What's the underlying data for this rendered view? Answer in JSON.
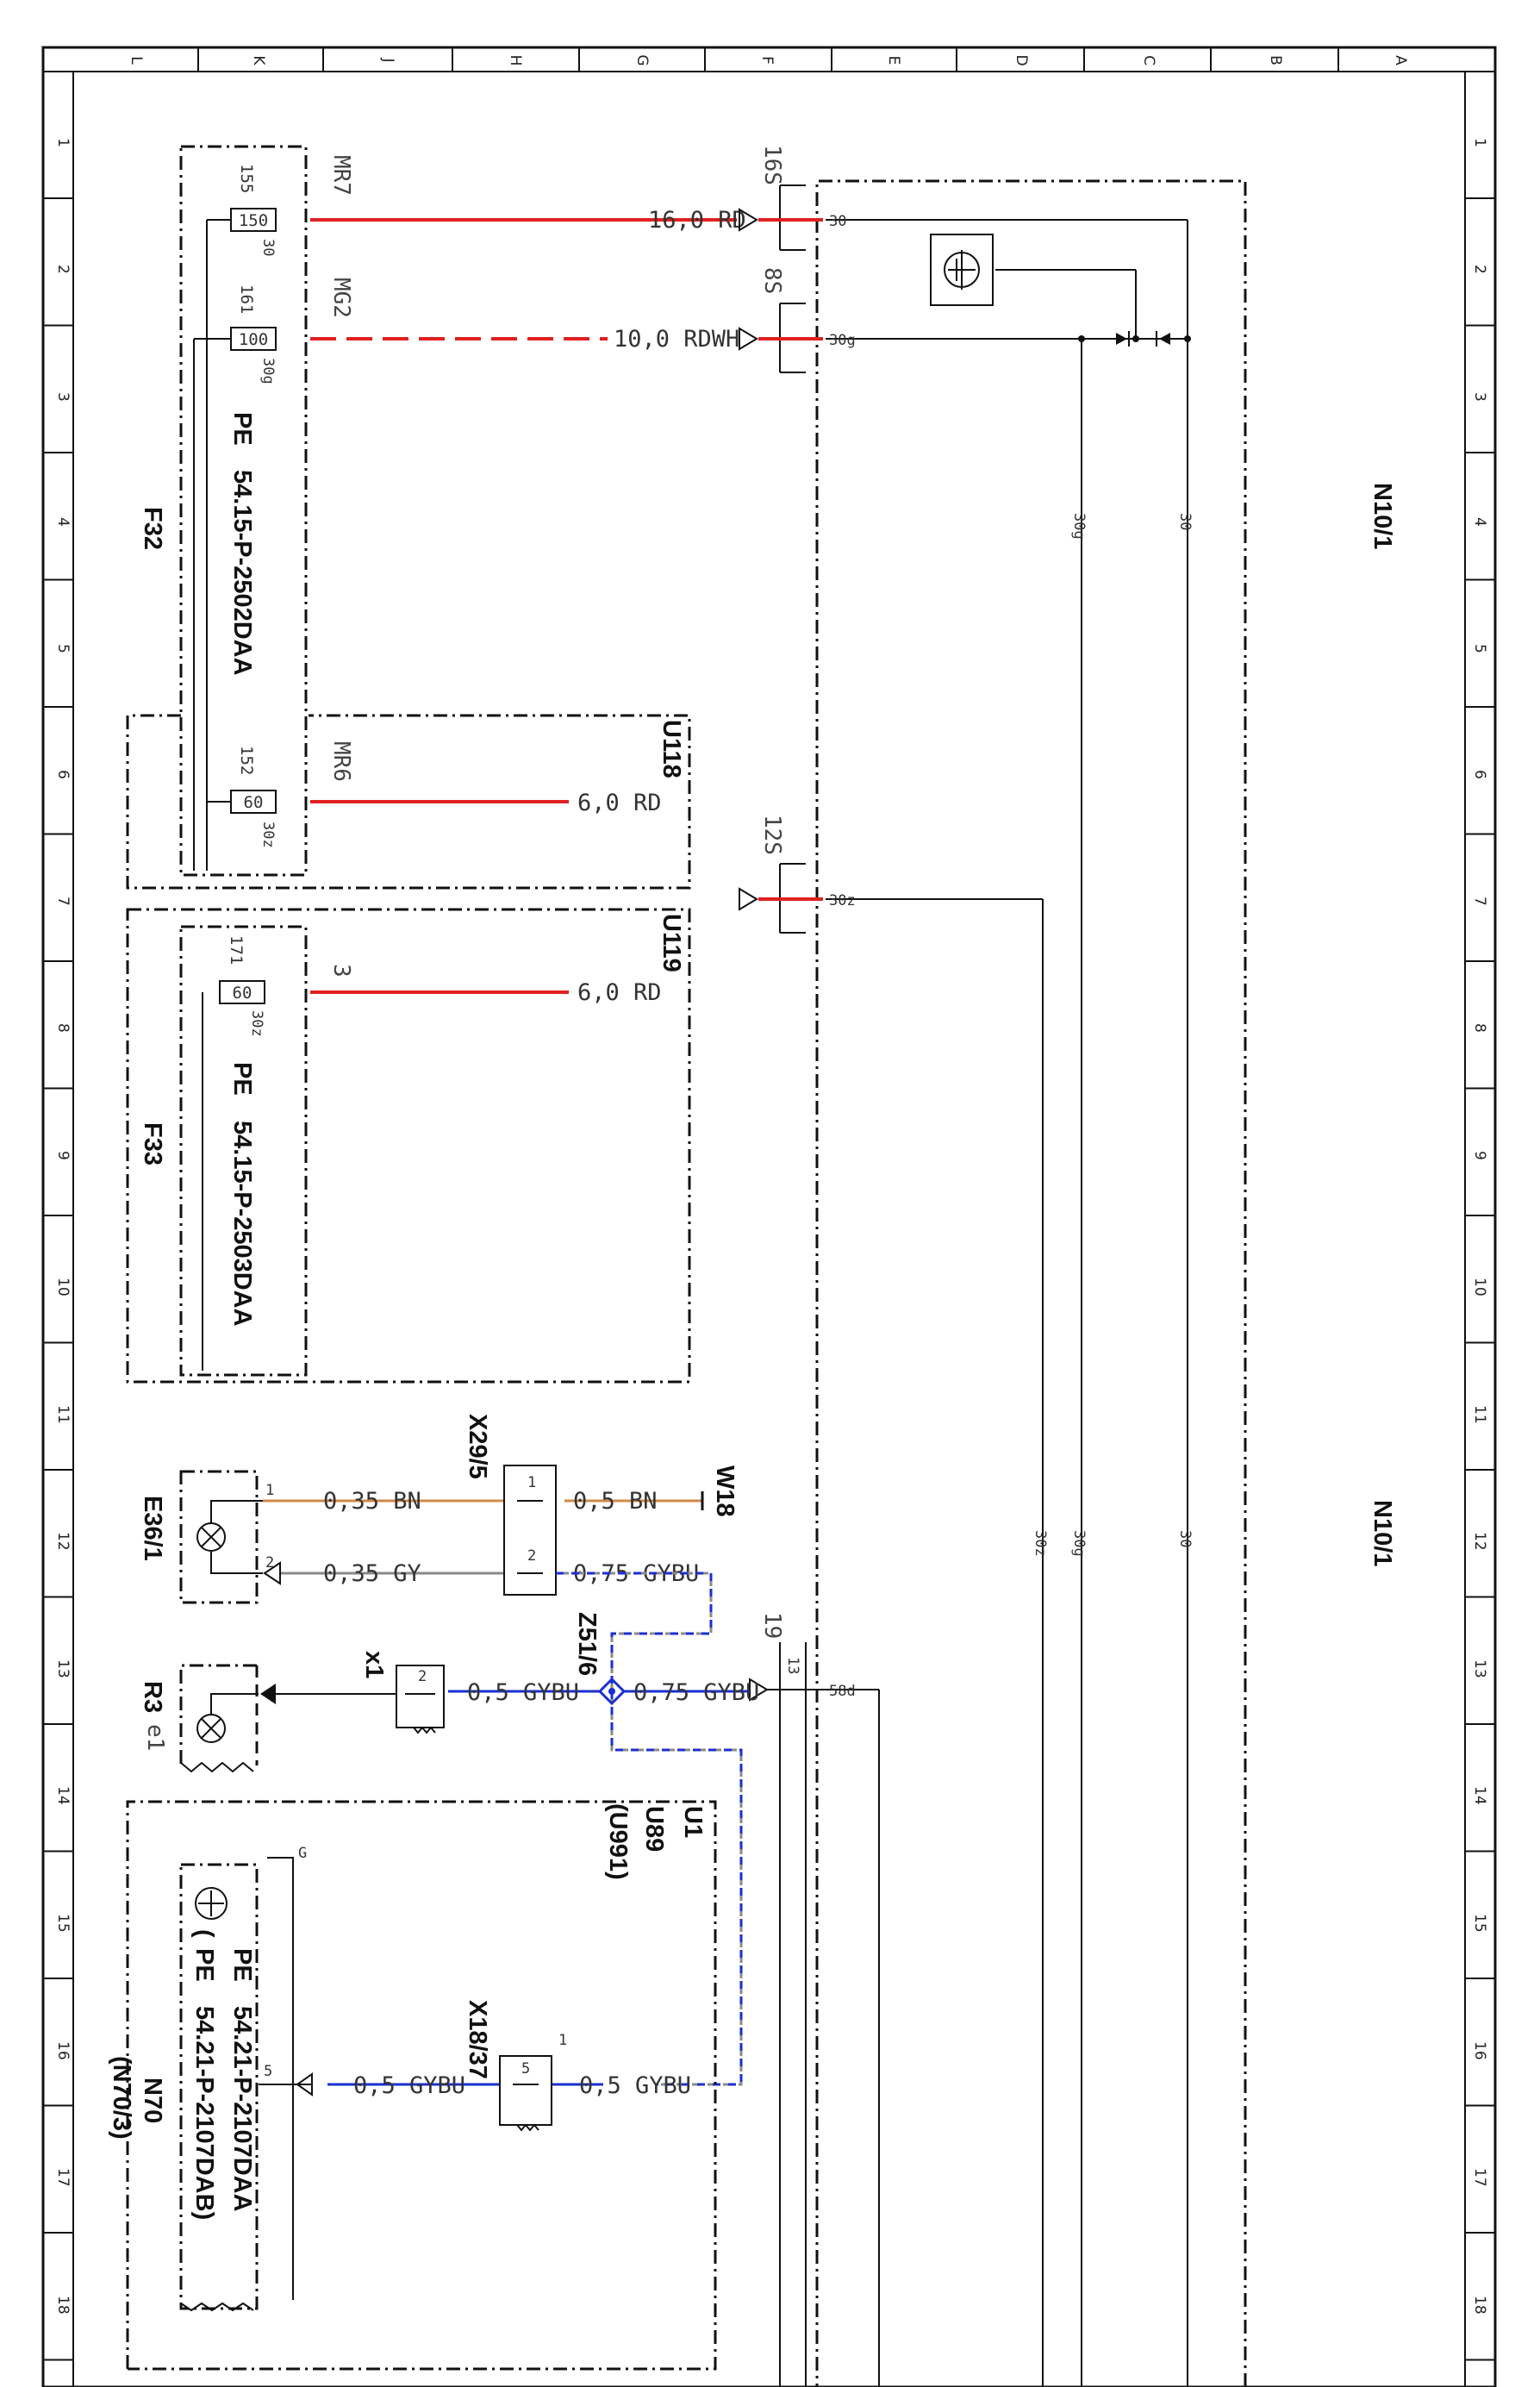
{
  "grid": {
    "columns": [
      "L",
      "K",
      "J",
      "H",
      "G",
      "F",
      "E",
      "D",
      "C",
      "B",
      "A"
    ],
    "rows": [
      "1",
      "2",
      "3",
      "4",
      "5",
      "6",
      "7",
      "8",
      "9",
      "10",
      "11",
      "12",
      "13",
      "14",
      "15",
      "16",
      "17",
      "18"
    ]
  },
  "modules": {
    "n10_top": "N10/1",
    "n10_bottom": "N10/1",
    "f32": "F32",
    "f33": "F33",
    "u118": "U118",
    "u119": "U119",
    "u1": "U1",
    "u89": "U89",
    "u991": "(U991)",
    "e36": "E36/1",
    "r3": "R3",
    "r3_sub": "e1",
    "n70": "N70",
    "n70_alt": "(N70/3)",
    "x29": "X29/5",
    "z51": "Z51/6",
    "x18": "X18/37",
    "x1": "x1",
    "w18": "W18"
  },
  "references": {
    "f32_ref": "54.15-P-2502DAA",
    "f33_ref": "54.15-P-2503DAA",
    "n70_ref1": "54.21-P-2107DAA",
    "n70_ref2": "54.21-P-2107DAB)",
    "prefix": "PE",
    "open_paren": "("
  },
  "fuses": [
    {
      "id": "155",
      "value": "150",
      "terminal": "30",
      "connector": "MR7"
    },
    {
      "id": "161",
      "value": "100",
      "terminal": "30g",
      "connector": "MG2"
    },
    {
      "id": "152",
      "value": "60",
      "terminal": "30z",
      "connector": "MR6"
    },
    {
      "id": "171",
      "value": "60",
      "terminal": "30z",
      "connector": "3"
    }
  ],
  "wires": {
    "w_16rd": "16,0 RD",
    "w_10rdwh": "10,0 RDWH",
    "w_6rd_a": "6,0 RD",
    "w_6rd_b": "6,0 RD",
    "w_035bn": "0,35 BN",
    "w_05bn": "0,5 BN",
    "w_035gy": "0,35 GY",
    "w_075gybu_a": "0,75 GYBU",
    "w_05gybu_a": "0,5 GYBU",
    "w_075gybu_b": "0,75 GYBU",
    "w_05gybu_b": "0,5 GYBU",
    "w_05gybu_c": "0,5 GYBU"
  },
  "connectors": {
    "c16s": "16S",
    "c8s": "8S",
    "c12s": "12S",
    "c19": "19",
    "c13": "13"
  },
  "terminals": {
    "t30": "30",
    "t30g": "30g",
    "t30z": "30z",
    "t58d": "58d",
    "bus30": "30",
    "bus30g": "30g",
    "bus30_b": "30",
    "bus30g_b": "30g",
    "bus30z_b": "30z",
    "lamp_e36_1": "1",
    "lamp_e36_2": "2",
    "x29_p1": "1",
    "x29_p2": "2",
    "x1_p2": "2",
    "x18_p5": "5",
    "x18_p1": "1",
    "n70_p5": "5",
    "n70_g": "G"
  },
  "colors": {
    "red": "#e02020",
    "brown": "#d08a4a",
    "gray": "#8a8a8a",
    "blue": "#1a2fd0",
    "black": "#111111"
  }
}
